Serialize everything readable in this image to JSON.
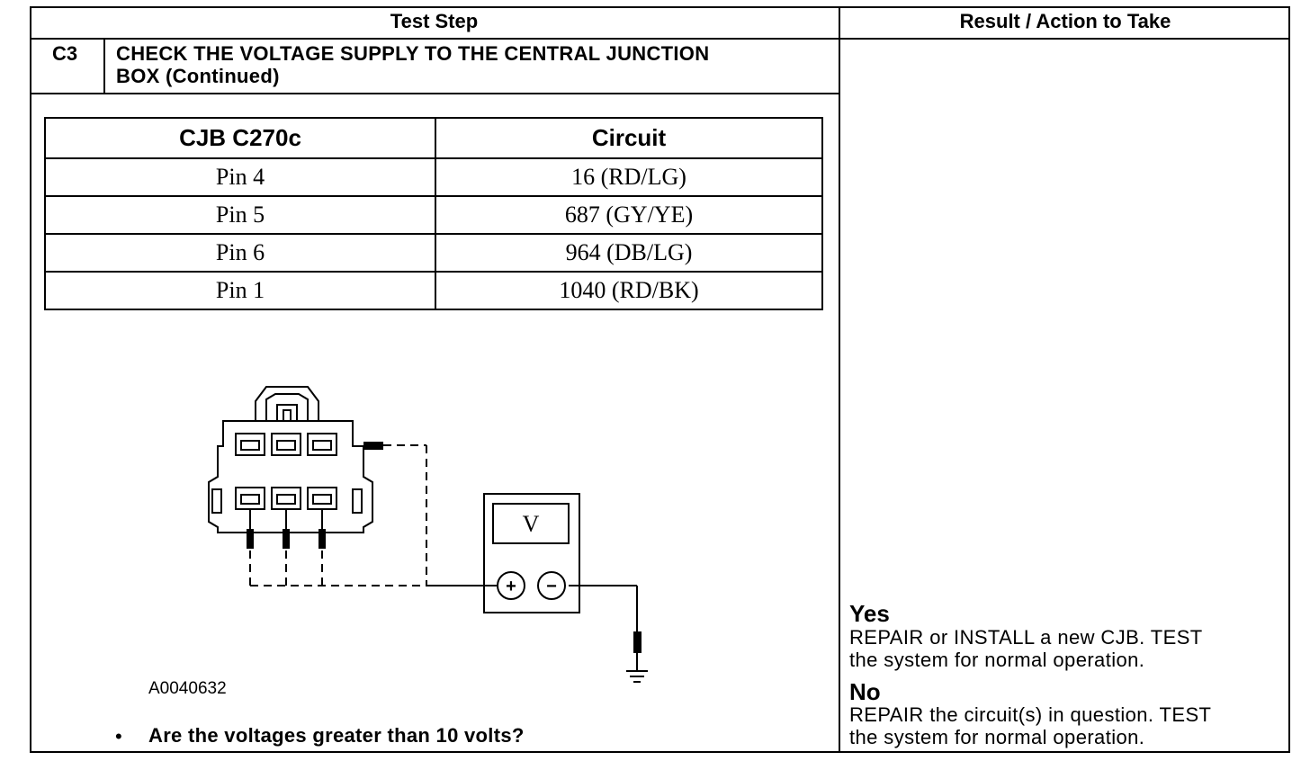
{
  "header": {
    "test_step": "Test Step",
    "result_action": "Result / Action to Take"
  },
  "step": {
    "number": "C3",
    "title_line1": "CHECK THE VOLTAGE SUPPLY TO THE CENTRAL JUNCTION",
    "title_line2": "BOX (Continued)"
  },
  "pin_table": {
    "columns": [
      "CJB C270c",
      "Circuit"
    ],
    "rows": [
      [
        "Pin 4",
        "16 (RD/LG)"
      ],
      [
        "Pin 5",
        "687 (GY/YE)"
      ],
      [
        "Pin 6",
        "964 (DB/LG)"
      ],
      [
        "Pin 1",
        "1040 (RD/BK)"
      ]
    ]
  },
  "diagram": {
    "meter_display": "V",
    "plus_symbol": "+",
    "minus_symbol": "−",
    "figure_id": "A0040632"
  },
  "question": {
    "bullet": "•",
    "text": "Are the voltages greater than 10 volts?"
  },
  "results": {
    "yes_label": "Yes",
    "yes_line1": "REPAIR or INSTALL a new CJB. TEST",
    "yes_line2": "the system for normal operation.",
    "no_label": "No",
    "no_line1": "REPAIR the circuit(s) in question. TEST",
    "no_line2": "the system for normal operation."
  }
}
